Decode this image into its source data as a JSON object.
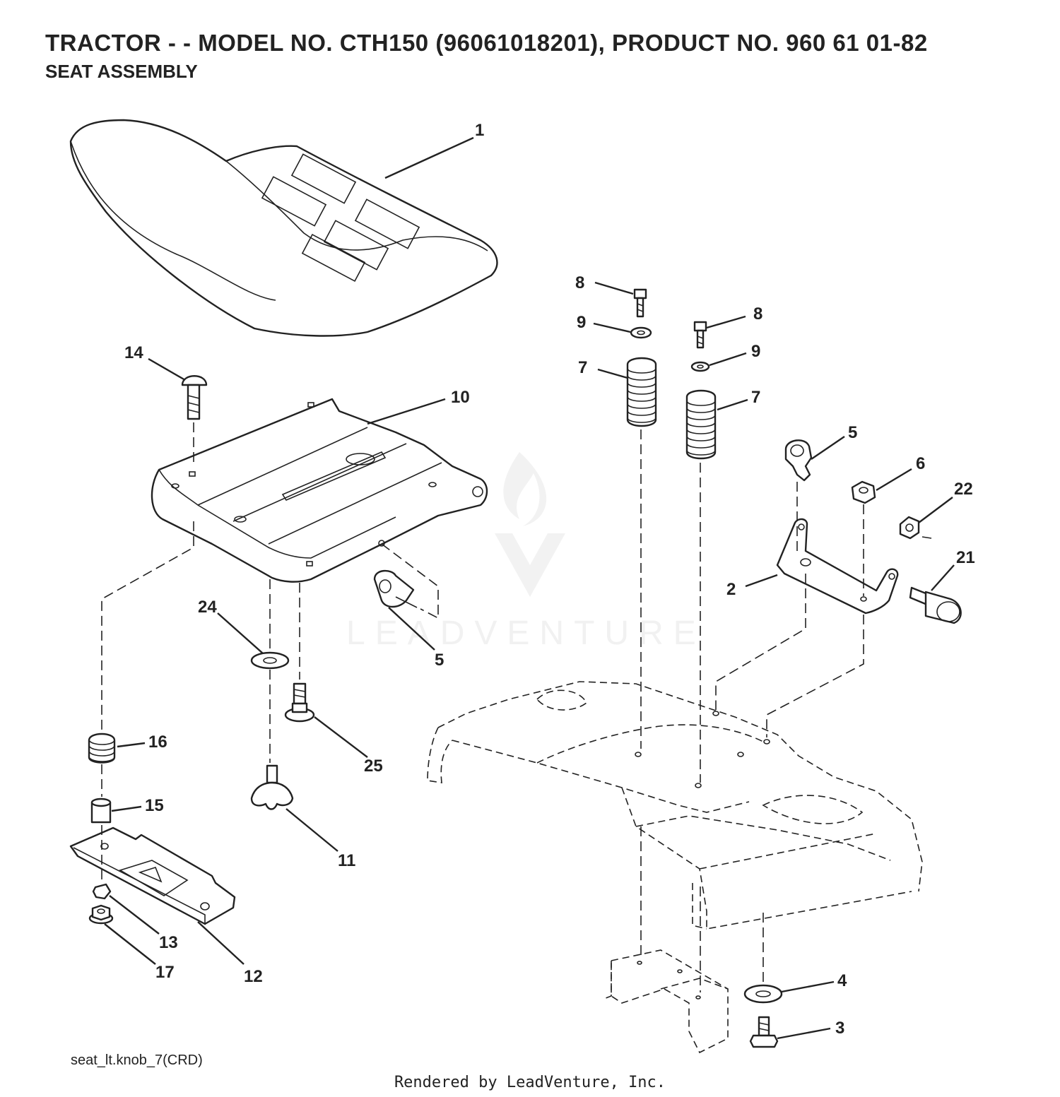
{
  "header": {
    "title": "TRACTOR - - MODEL NO. CTH150 (96061018201), PRODUCT NO. 960 61 01-82",
    "subtitle": "SEAT ASSEMBLY"
  },
  "watermark": {
    "text": "LEADVENTURE"
  },
  "callouts": {
    "c1": "1",
    "c2": "2",
    "c3": "3",
    "c4": "4",
    "c5a": "5",
    "c5b": "5",
    "c6": "6",
    "c7a": "7",
    "c7b": "7",
    "c8a": "8",
    "c8b": "8",
    "c9a": "9",
    "c9b": "9",
    "c10": "10",
    "c11": "11",
    "c12": "12",
    "c13": "13",
    "c14": "14",
    "c15": "15",
    "c16": "16",
    "c17": "17",
    "c21": "21",
    "c22": "22",
    "c24": "24",
    "c25": "25"
  },
  "footer": {
    "drawing_ref": "seat_lt.knob_7(CRD)",
    "rendered_by": "Rendered by LeadVenture, Inc."
  }
}
